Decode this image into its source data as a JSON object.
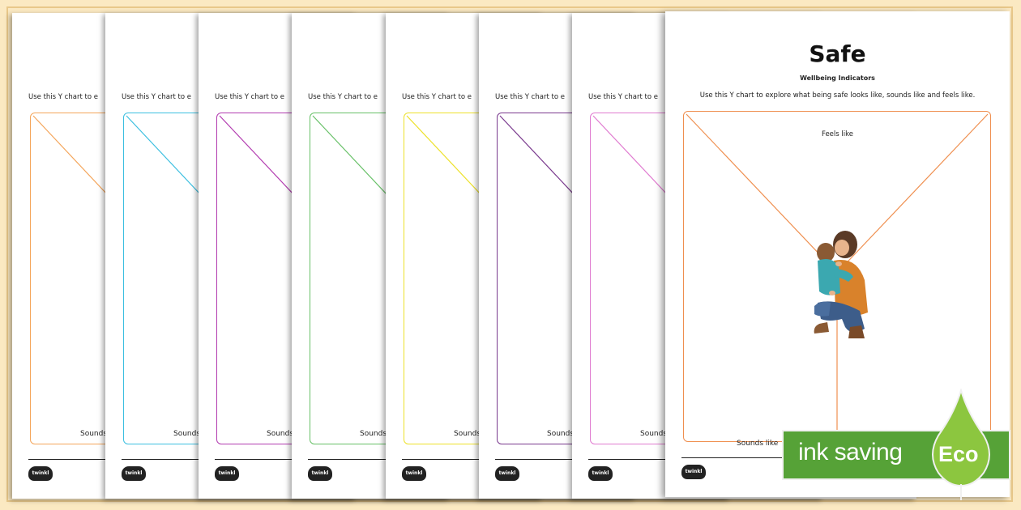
{
  "worksheet": {
    "instruction_truncated": "Use this Y chart to e",
    "instruction_full": "Use this Y chart to explore what being safe looks like, sounds like and feels like.",
    "sounds_truncated": "Sounds",
    "sounds_label": "Sounds like",
    "feels_label": "Feels like",
    "title": "Safe",
    "subtitle": "Wellbeing Indicators",
    "logo_text": "twinkl"
  },
  "back_pages": [
    {
      "color": "#f4a55a"
    },
    {
      "color": "#3cbfe0"
    },
    {
      "color": "#b23bb0"
    },
    {
      "color": "#67c067"
    },
    {
      "color": "#ede12a"
    },
    {
      "color": "#7a3a8e"
    },
    {
      "color": "#e07bd0"
    }
  ],
  "front_page": {
    "color": "#ef8f4f"
  },
  "badge": {
    "text": "ink saving",
    "eco": "Eco",
    "green": "#56a237",
    "drop_green": "#8cc63f"
  },
  "illustration": {
    "icon": "adult-hugging-child-illustration"
  }
}
